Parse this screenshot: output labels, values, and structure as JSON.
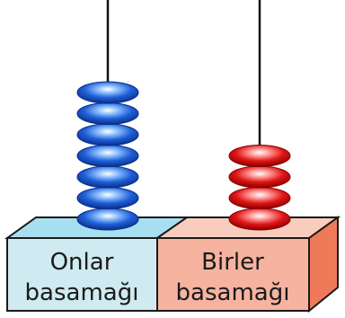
{
  "abacus": {
    "tens": {
      "label_line1": "Onlar",
      "label_line2": "basamağı",
      "bead_count": 7,
      "bead_color": "#1e5fd6",
      "base_color": "#cfeaf0",
      "top_color": "#9fdcec"
    },
    "ones": {
      "label_line1": "Birler",
      "label_line2": "basamağı",
      "bead_count": 4,
      "bead_color": "#e01515",
      "base_color": "#f6b39f",
      "top_color": "#f9cdbd",
      "side_color": "#ef7a5a"
    }
  }
}
